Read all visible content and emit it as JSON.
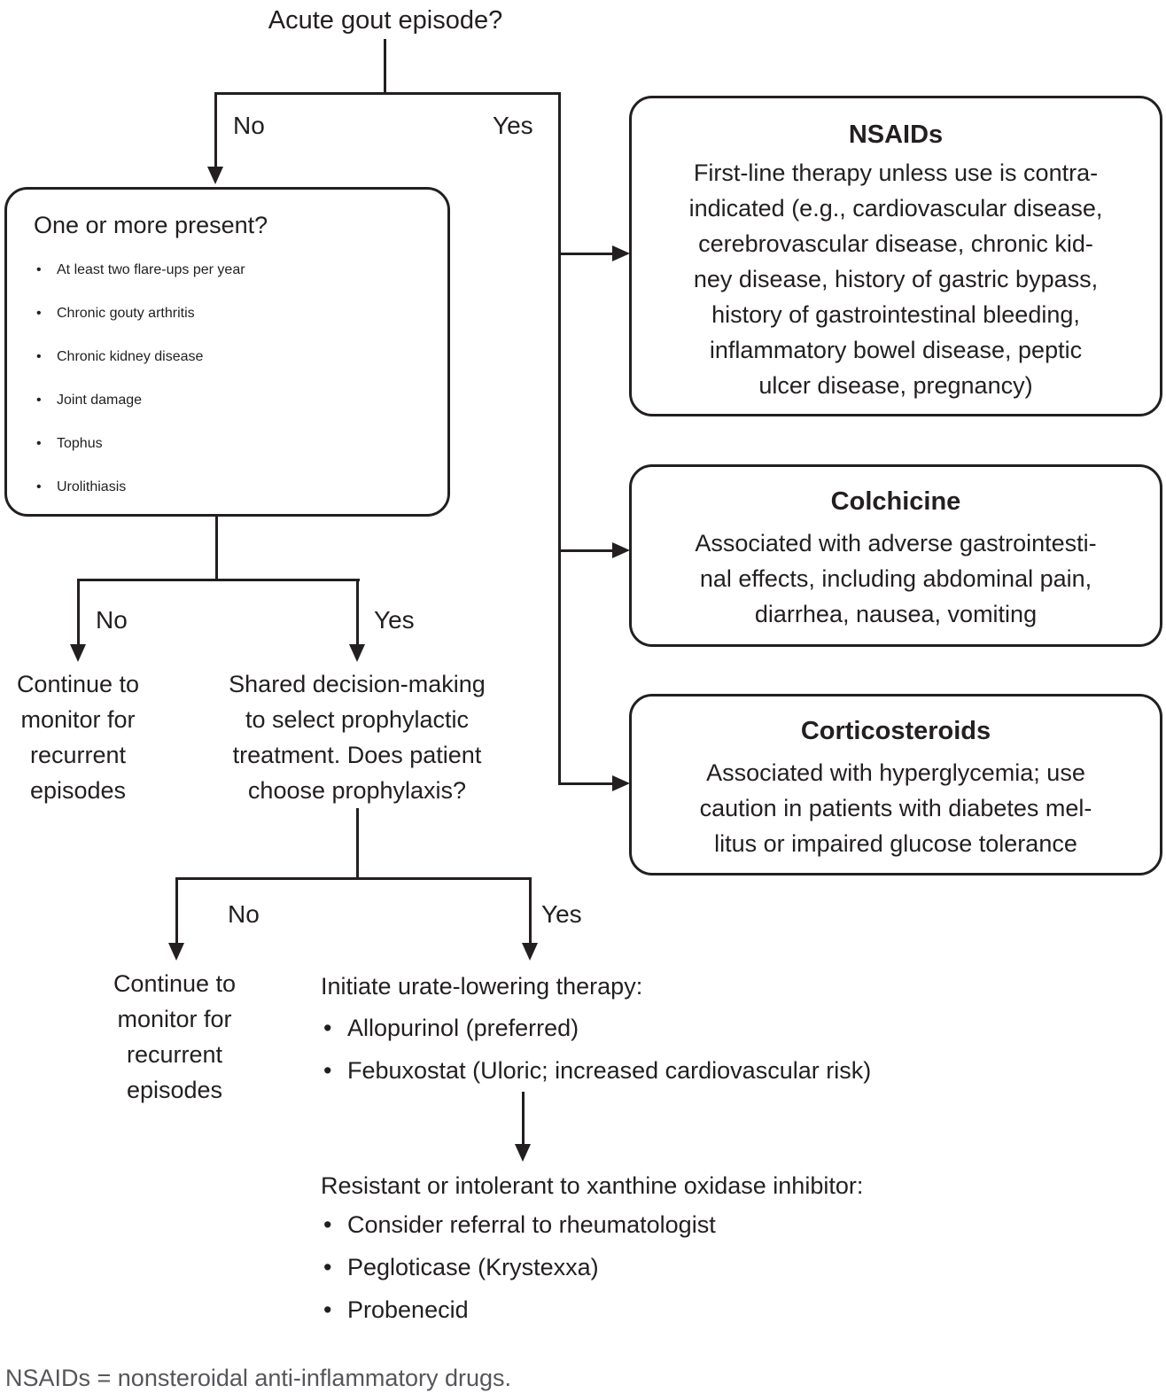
{
  "title": "Acute gout episode?",
  "branch1": {
    "no": "No",
    "yes": "Yes"
  },
  "criteria_box": {
    "title": "One or more present?",
    "items": [
      "At least two flare-ups per year",
      "Chronic gouty arthritis",
      "Chronic kidney disease",
      "Joint damage",
      "Tophus",
      "Urolithiasis"
    ]
  },
  "nsaids_box": {
    "title": "NSAIDs",
    "lines": [
      "First-line therapy unless use is contra-",
      "indicated (e.g., cardiovascular disease,",
      "cerebrovascular disease, chronic kid-",
      "ney disease, history of gastric bypass,",
      "history of gastrointestinal bleeding,",
      "inflammatory bowel disease, peptic",
      "ulcer disease, pregnancy)"
    ]
  },
  "colchicine_box": {
    "title": "Colchicine",
    "lines": [
      "Associated with adverse gastrointesti-",
      "nal effects, including abdominal pain,",
      "diarrhea, nausea, vomiting"
    ]
  },
  "corticosteroids_box": {
    "title": "Corticosteroids",
    "lines": [
      "Associated with hyperglycemia; use",
      "caution in patients with diabetes mel-",
      "litus or impaired glucose tolerance"
    ]
  },
  "branch2": {
    "no": "No",
    "yes": "Yes"
  },
  "monitor1": {
    "lines": [
      "Continue to",
      "monitor for",
      "recurrent",
      "episodes"
    ]
  },
  "shared_decision": {
    "lines": [
      "Shared decision-making",
      "to select prophylactic",
      "treatment. Does patient",
      "choose prophylaxis?"
    ]
  },
  "branch3": {
    "no": "No",
    "yes": "Yes"
  },
  "monitor2": {
    "lines": [
      "Continue to",
      "monitor for",
      "recurrent",
      "episodes"
    ]
  },
  "initiate": {
    "heading": "Initiate urate-lowering therapy:",
    "items": [
      "Allopurinol (preferred)",
      "Febuxostat (Uloric; increased cardiovascular risk)"
    ]
  },
  "resistant": {
    "heading": "Resistant or intolerant to xanthine oxidase inhibitor:",
    "items": [
      "Consider referral to rheumatologist",
      "Pegloticase (Krystexxa)",
      "Probenecid"
    ]
  },
  "footnote": "NSAIDs = nonsteroidal anti-inflammatory drugs.",
  "colors": {
    "ink": "#231f20",
    "background": "#ffffff",
    "footnote": "#55565a"
  }
}
